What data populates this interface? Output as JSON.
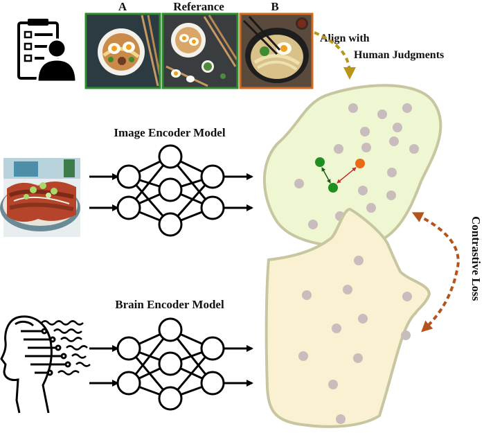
{
  "labels": {
    "image_a": "A",
    "image_reference": "Referance",
    "image_b": "B",
    "align_line1": "Align with",
    "align_line2": "Human Judgments",
    "image_encoder": "Image Encoder Model",
    "brain_encoder": "Brain Encoder Model",
    "contrastive_loss": "Contrastive Loss"
  },
  "colors": {
    "frame_a": "#2e8b2e",
    "frame_reference": "#2e8b2e",
    "frame_b": "#d2691e",
    "image_space_fill": "#eef7d2",
    "brain_space_fill": "#faf1d2",
    "space_stroke": "#c8c6a0",
    "gray_point": "#c9bcbc",
    "green_point": "#1f8f1f",
    "orange_point": "#e86a14",
    "align_arrow": "#b8961a",
    "contrastive_arrow": "#b5531c",
    "distance_arrow": "#cc2a2a"
  },
  "icons": {
    "evaluator": "clipboard-person-icon",
    "brain_input": "head-circuit-icon",
    "food_photo": "enchilada-photo",
    "ramen_photos": "ramen-bowl-photo"
  }
}
